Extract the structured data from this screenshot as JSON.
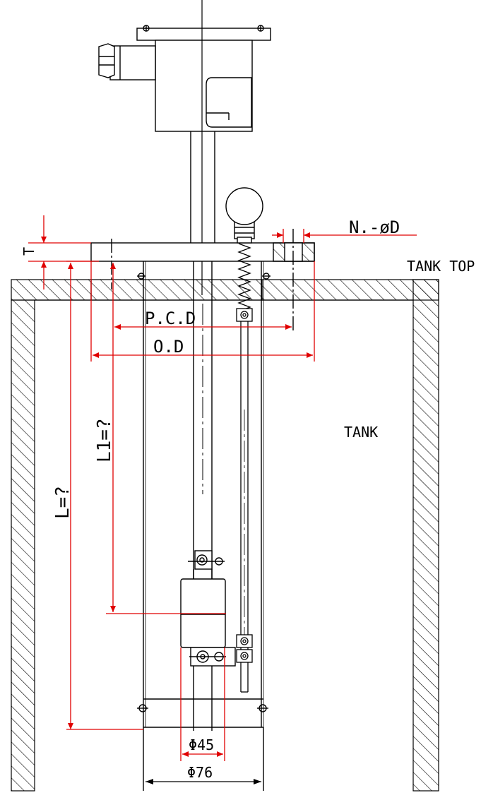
{
  "labels": {
    "tank_top": "TANK TOP",
    "tank": "TANK",
    "nozzle": "N.-øD",
    "t": "T",
    "pcd": "P.C.D",
    "od": "O.D",
    "l1": "L1=?",
    "l": "L=?",
    "d45": "Φ45",
    "d76": "Φ76"
  },
  "colors": {
    "line": "#000000",
    "dimension": "#e00000"
  }
}
